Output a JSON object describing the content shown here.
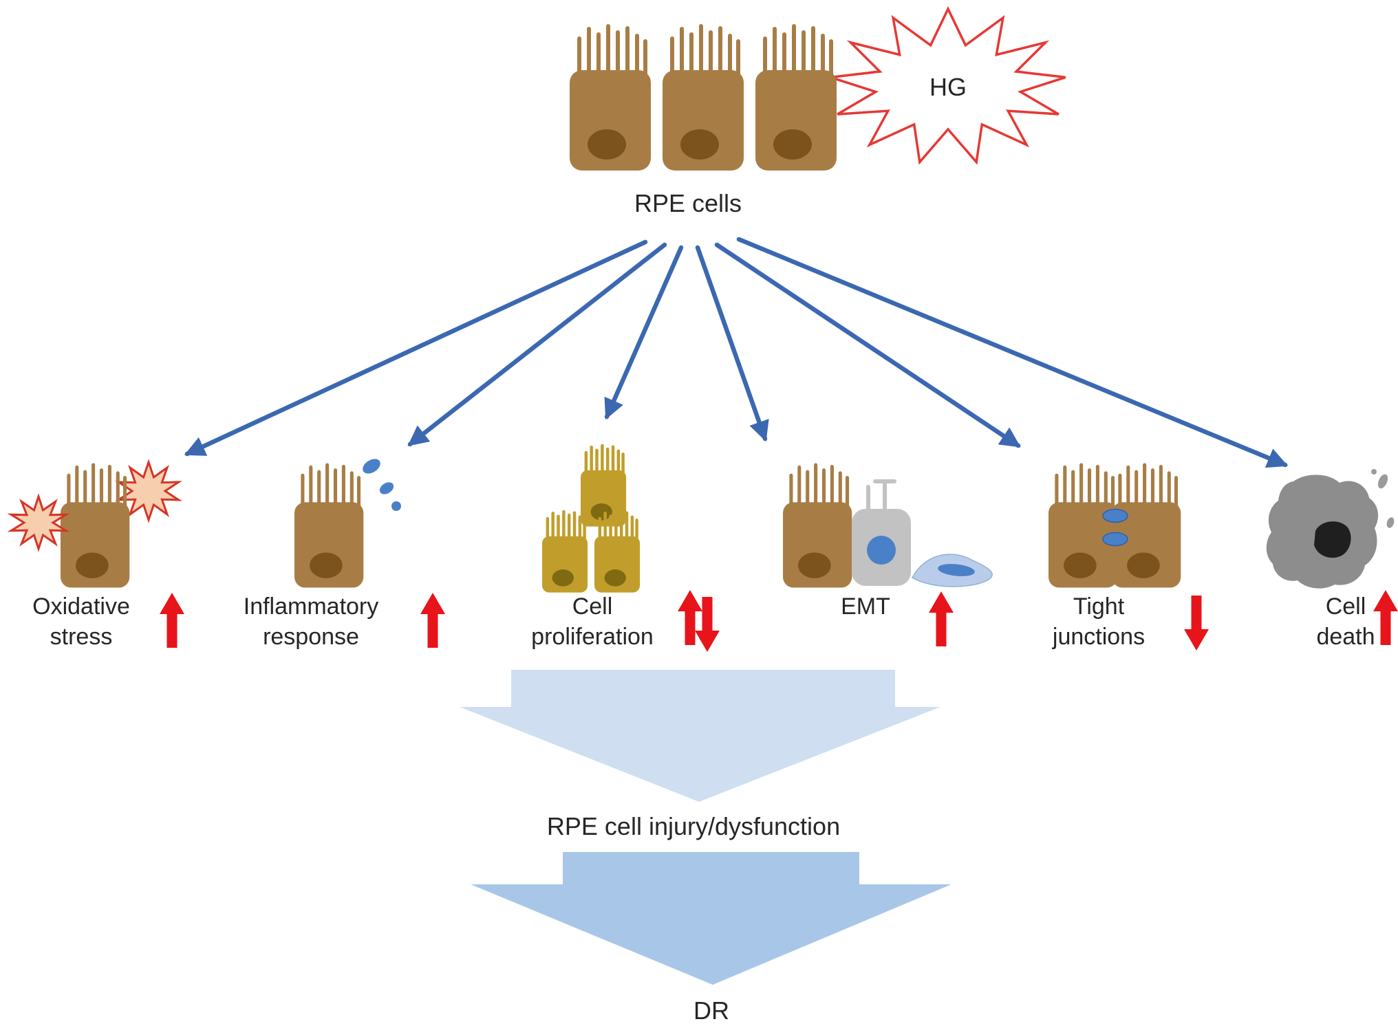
{
  "diagram": {
    "title_hg": "HG",
    "rpe_cells_label": "RPE cells",
    "outcomes": [
      {
        "line1": "Oxidative",
        "line2": "stress",
        "trend": "increase"
      },
      {
        "line1": "Inflammatory",
        "line2": "response",
        "trend": "increase"
      },
      {
        "line1": "Cell",
        "line2": "proliferation",
        "trend": "increase-decrease"
      },
      {
        "line1": "EMT",
        "line2": "",
        "trend": "increase"
      },
      {
        "line1": "Tight",
        "line2": "junctions",
        "trend": "decrease"
      },
      {
        "line1": "Cell",
        "line2": "death",
        "trend": "increase"
      }
    ],
    "injury_label": "RPE cell injury/dysfunction",
    "outcome_label": "DR",
    "colors": {
      "cell_body": "#a87d45",
      "cell_nucleus": "#7c521d",
      "gold_cell_body": "#c19e2b",
      "gold_cell_nucleus": "#7f6a12",
      "fan_arrow_blue": "#3b68b0",
      "red_arrow": "#e8141b",
      "hg_star_stroke": "#e53935",
      "oxidative_star_fill": "#f7cfae",
      "oxidative_star_stroke": "#d63426",
      "secretion_blue": "#4a80c8",
      "emt_gray": "#c2c2c2",
      "dead_cell_gray": "#8d8d8d",
      "big_arrow_upper": "#cfdff1",
      "big_arrow_lower": "#a8c7e8"
    }
  }
}
